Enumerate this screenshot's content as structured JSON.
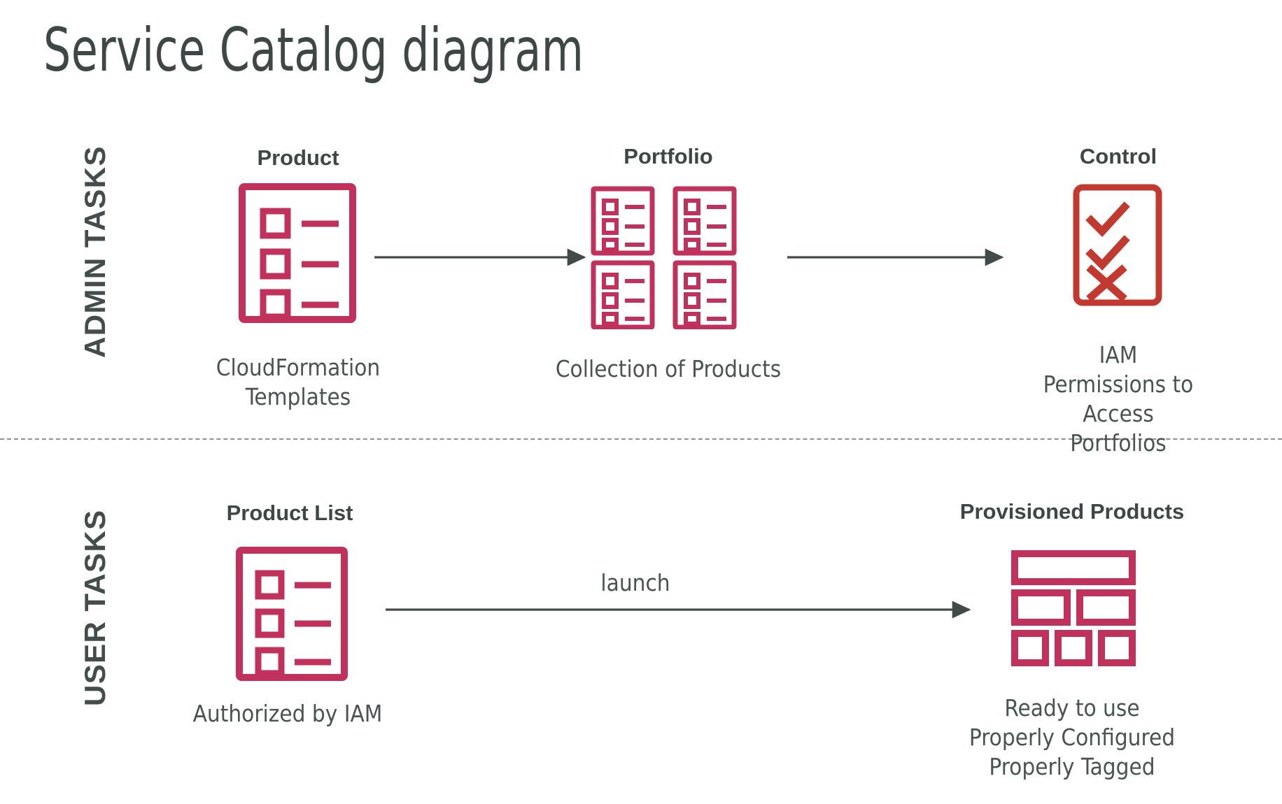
{
  "page": {
    "title": "Service Catalog diagram",
    "background_color": "#ffffff",
    "accent_color": "#c2305c",
    "control_color": "#c2392f",
    "text_color": "#3f4746",
    "arrow_color": "#4a5251",
    "divider_style": "dashed"
  },
  "bands": [
    {
      "id": "admin",
      "label": "ADMIN TASKS"
    },
    {
      "id": "user",
      "label": "USER TASKS"
    }
  ],
  "admin_row": {
    "nodes": [
      {
        "id": "product",
        "title": "Product",
        "caption": "CloudFormation\nTemplates",
        "icon": "product-list-icon",
        "icon_color": "#c2305c"
      },
      {
        "id": "portfolio",
        "title": "Portfolio",
        "caption": "Collection of Products",
        "icon": "portfolio-grid-icon",
        "icon_color": "#c2305c"
      },
      {
        "id": "control",
        "title": "Control",
        "caption": "IAM Permissions to\nAccess Portfolios",
        "icon": "checklist-control-icon",
        "icon_color": "#c2392f"
      }
    ],
    "connectors": [
      {
        "id": "product-to-portfolio",
        "label": ""
      },
      {
        "id": "portfolio-to-control",
        "label": ""
      }
    ]
  },
  "user_row": {
    "nodes": [
      {
        "id": "product-list",
        "title": "Product List",
        "caption": "Authorized by IAM",
        "icon": "product-list-icon",
        "icon_color": "#c2305c"
      },
      {
        "id": "provisioned-products",
        "title": "Provisioned Products",
        "caption": "Ready to use\nProperly Configured\nProperly Tagged",
        "icon": "dashboard-blocks-icon",
        "icon_color": "#c2305c"
      }
    ],
    "connectors": [
      {
        "id": "launch-arrow",
        "label": "launch"
      }
    ]
  },
  "watermark": {
    "text": ""
  }
}
